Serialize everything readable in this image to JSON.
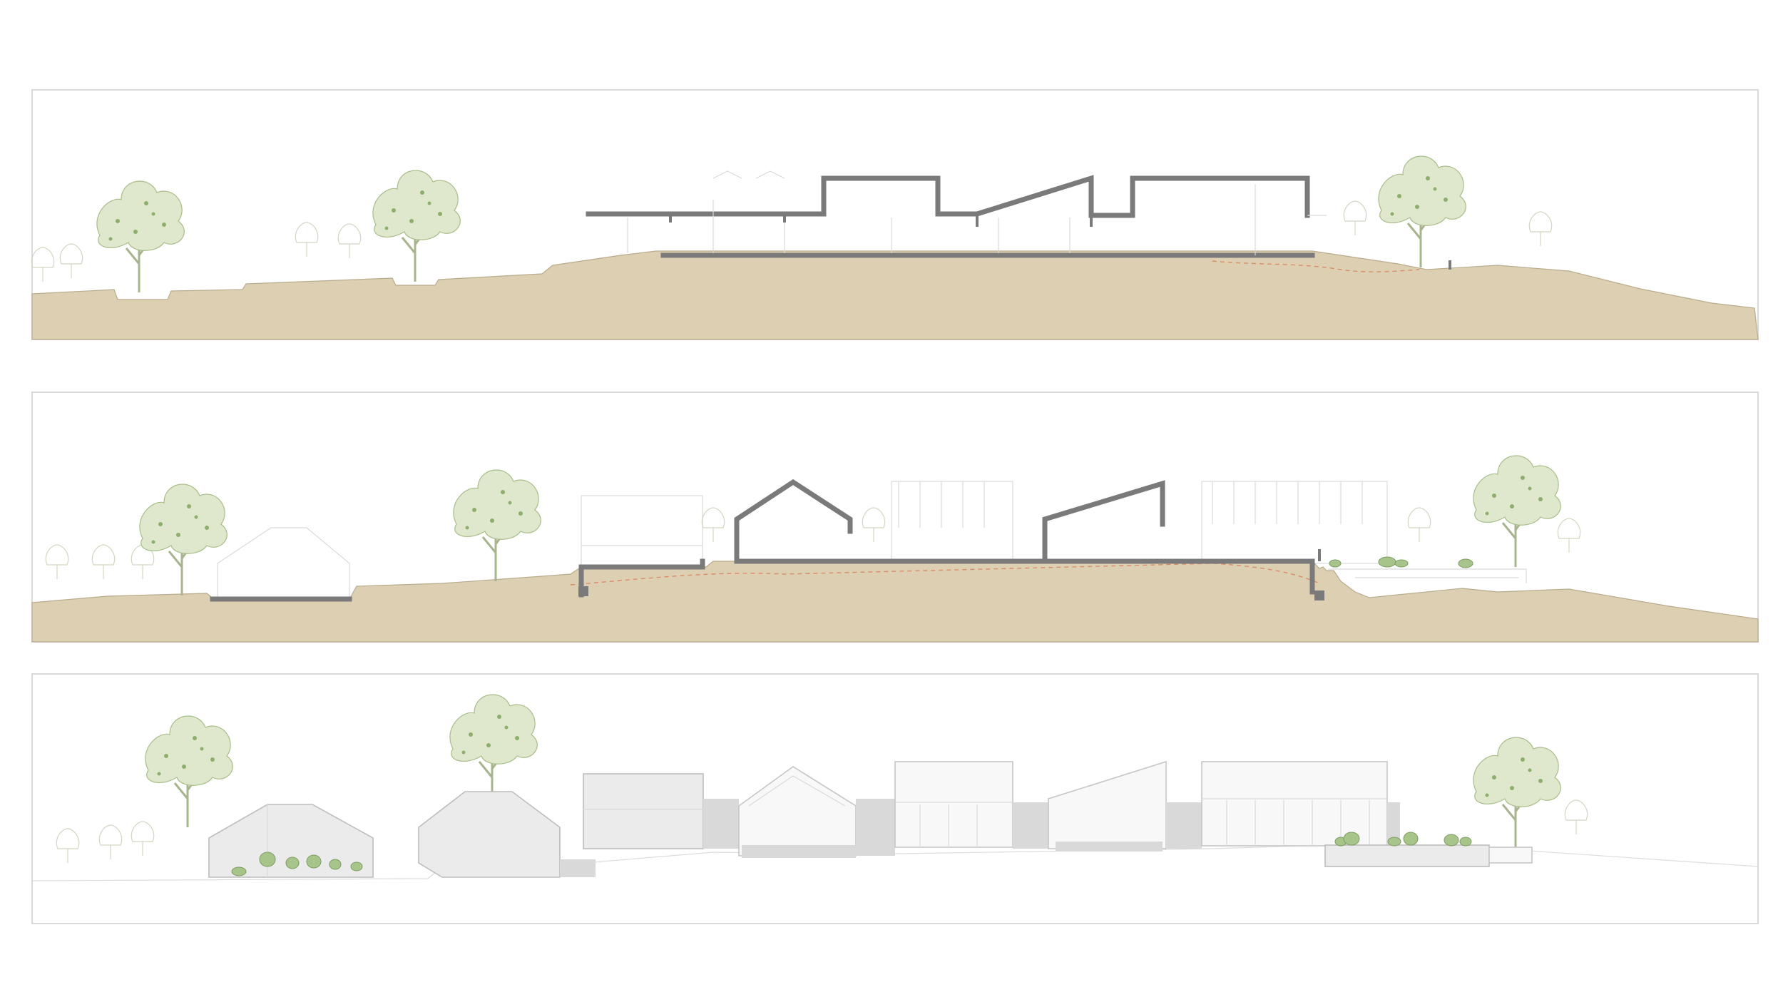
{
  "drawing": {
    "colors": {
      "ground": "#ddd0b2",
      "cut_wall": "#7a7a7a",
      "vegetation": "#a9bd8a",
      "frame": "#d9d9d9"
    },
    "panels": [
      {
        "kind": "section"
      },
      {
        "kind": "section"
      },
      {
        "kind": "elevation"
      }
    ]
  }
}
